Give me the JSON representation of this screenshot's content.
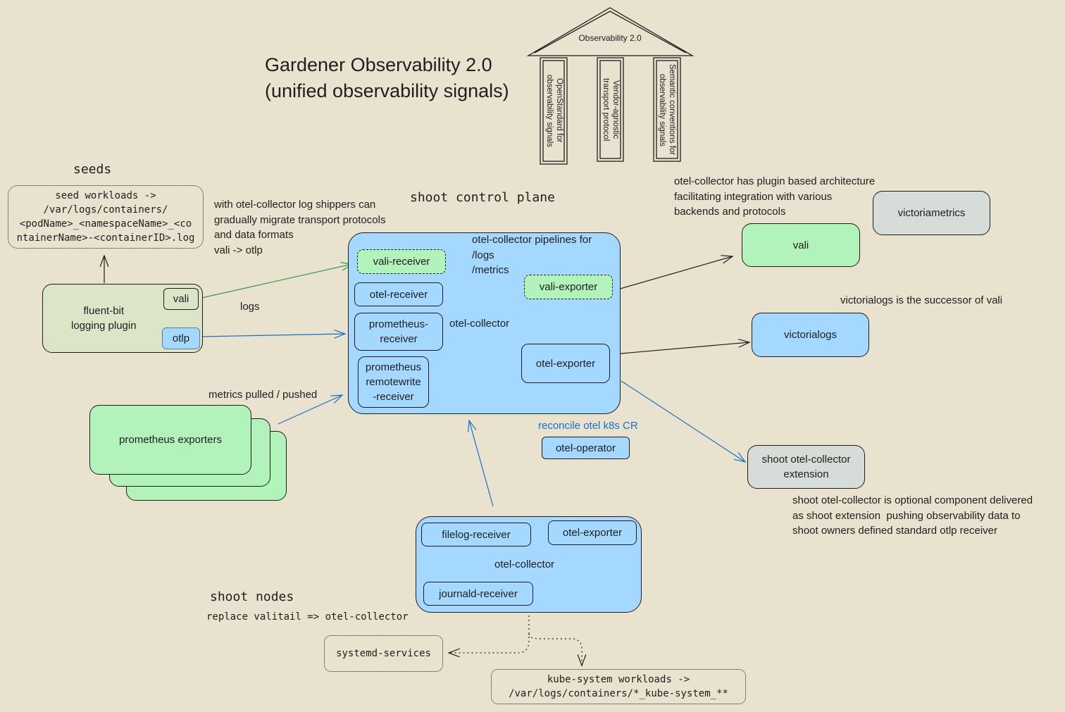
{
  "title": {
    "line1": "Gardener Observability 2.0",
    "line2": "(unified observability signals)"
  },
  "temple": {
    "roof_label": "Observability 2.0",
    "pillars": [
      "OpenStandard for\nobservability signals",
      "Vendor-agnostic\ntransport protocol",
      "Semantic conventions for\nobservability signals"
    ]
  },
  "seeds": {
    "heading": "seeds",
    "workloads": "seed workloads ->\n/var/logs/containers/\n<podName>_<namespaceName>_<co\nntainerName>-<containerID>.log",
    "fluent_bit": "fluent-bit\nlogging plugin",
    "vali_port": "vali",
    "otlp_port": "otlp",
    "logs_label": "logs",
    "migration_note": "with otel-collector log shippers can\ngradually migrate transport protocols\nand data formats\nvali -> otlp"
  },
  "metrics": {
    "exporters": "prometheus exporters",
    "label": "metrics pulled / pushed"
  },
  "control_plane": {
    "heading": "shoot control plane",
    "pipelines_note": "otel-collector pipelines for\n/logs\n/metrics",
    "collector_label": "otel-collector",
    "receivers": [
      "vali-receiver",
      "otel-receiver",
      "prometheus-\nreceiver",
      "prometheus\nremotewrite\n-receiver"
    ],
    "vali_exporter": "vali-exporter",
    "otel_exporter": "otel-exporter",
    "reconcile_label": "reconcile otel k8s CR",
    "operator": "otel-operator"
  },
  "backends": {
    "plugin_note": "otel-collector has plugin based architecture\nfacilitating integration with various\nbackends and protocols",
    "victoriametrics": "victoriametrics",
    "vali": "vali",
    "successor_note": "victorialogs is the successor of vali",
    "victorialogs": "victorialogs",
    "extension": "shoot otel-collector\nextension",
    "extension_note": "shoot otel-collector is optional component delivered\nas shoot extension  pushing observability data to\nshoot owners defined standard otlp receiver"
  },
  "shoot_nodes": {
    "heading": "shoot nodes",
    "replace_note": "replace valitail => otel-collector",
    "collector_label": "otel-collector",
    "filelog": "filelog-receiver",
    "exporter": "otel-exporter",
    "journald": "journald-receiver",
    "systemd": "systemd-services",
    "kube_system": "kube-system workloads ->\n/var/logs/containers/*_kube-system_**"
  },
  "colors": {
    "background": "#e8e2cf",
    "green": "#b2f2bb",
    "blue": "#a5d8ff",
    "stroke_green": "#2f9e44",
    "stroke_blue": "#1971c2"
  }
}
